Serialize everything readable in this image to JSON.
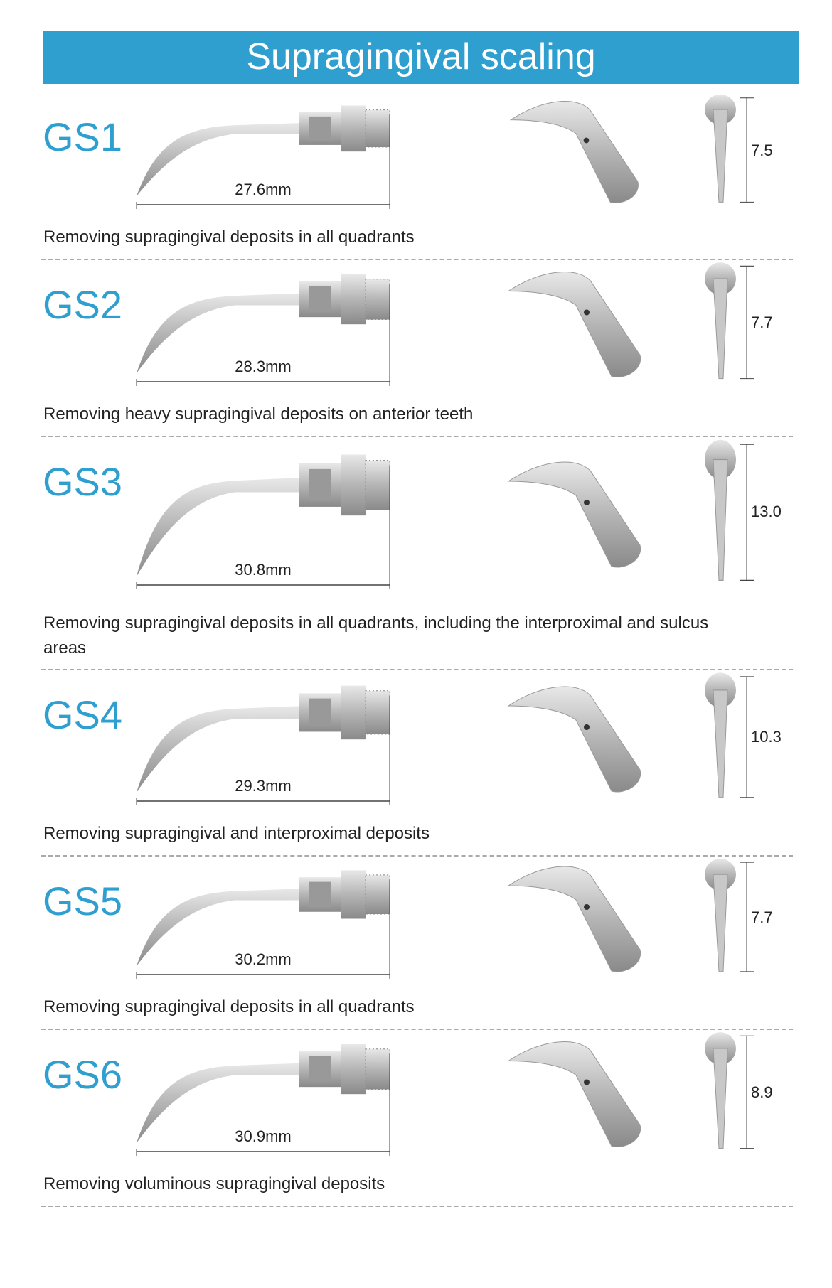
{
  "title": "Supragingival scaling",
  "tips": [
    {
      "code": "GS1",
      "length": "27.6mm",
      "height": "7.5",
      "description": "Removing supragingival deposits in all quadrants"
    },
    {
      "code": "GS2",
      "length": "28.3mm",
      "height": "7.7",
      "description": "Removing heavy supragingival deposits on anterior teeth"
    },
    {
      "code": "GS3",
      "length": "30.8mm",
      "height": "13.0",
      "description": "Removing supragingival deposits in all quadrants, including the interproximal and sulcus areas"
    },
    {
      "code": "GS4",
      "length": "29.3mm",
      "height": "10.3",
      "description": "Removing supragingival and interproximal deposits"
    },
    {
      "code": "GS5",
      "length": "30.2mm",
      "height": "7.7",
      "description": "Removing supragingival deposits in all quadrants"
    },
    {
      "code": "GS6",
      "length": "30.9mm",
      "height": "8.9",
      "description": "Removing voluminous supragingival deposits"
    }
  ],
  "colors": {
    "accent": "#2f9fd0"
  }
}
